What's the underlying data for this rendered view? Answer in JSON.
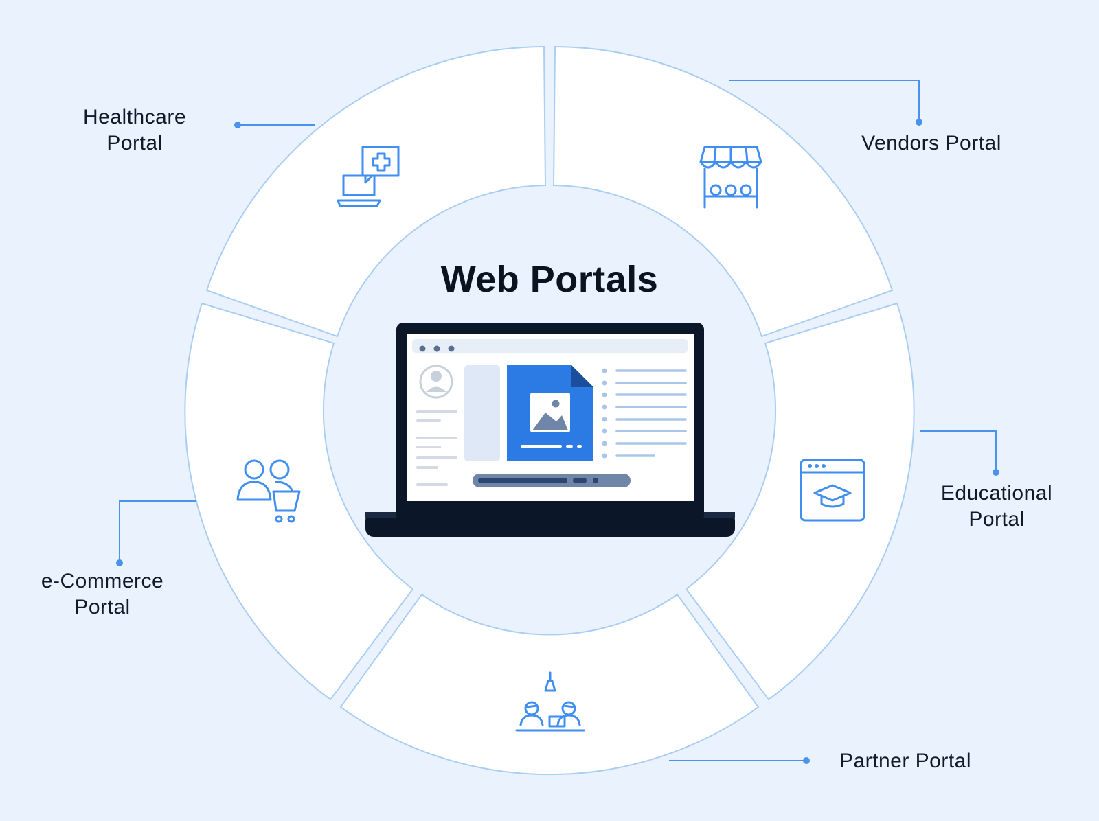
{
  "title": "Web Portals",
  "segments": [
    {
      "label": "Healthcare\nPortal",
      "icon": "healthcare-laptop-icon"
    },
    {
      "label": "Vendors Portal",
      "icon": "vendor-store-icon"
    },
    {
      "label": "Educational\nPortal",
      "icon": "education-browser-icon"
    },
    {
      "label": "Partner Portal",
      "icon": "partner-meeting-icon"
    },
    {
      "label": "e-Commerce\nPortal",
      "icon": "ecommerce-shopper-icon"
    }
  ],
  "colors": {
    "background": "#eaf2fd",
    "segment_fill": "#ffffff",
    "segment_stroke": "#a9cdf3",
    "icon": "#3f8ef0",
    "accent": "#2c7be5",
    "laptop": "#0b1628",
    "text": "#111a2a"
  }
}
